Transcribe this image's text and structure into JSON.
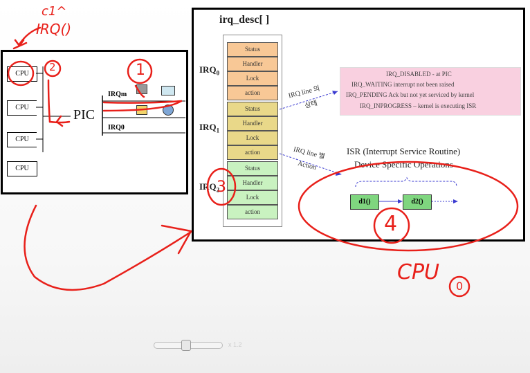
{
  "left_box": {
    "cpus": [
      "CPU",
      "CPU",
      "CPU",
      "CPU"
    ],
    "pic_label": "PIC",
    "irq_m_label": "IRQm",
    "irq0_label": "IRQ0"
  },
  "right_box": {
    "title": "irq_desc[ ]",
    "irq0_label": "IRQ",
    "irq0_sub": "0",
    "irq1_label": "IRQ",
    "irq1_sub": "1",
    "irq2_label": "IRQ",
    "irq2_sub": "2",
    "desc0": [
      "Status",
      "Handler",
      "Lock",
      "action"
    ],
    "desc1": [
      "Status",
      "Handler",
      "Lock",
      "action"
    ],
    "desc2": [
      "Status",
      "Handler",
      "Lock",
      "action"
    ],
    "arrow1_label": "IRQ line 의",
    "arrow1_sub": "상태",
    "arrow2_label": "IRQ line 별",
    "arrow2_sub": "Action",
    "status_box": {
      "color": "#f9d0e0",
      "lines": [
        "IRQ_DISABLED   - at PIC",
        "IRQ_WAITING        interrupt not been raised",
        "IRQ_PENDING        Ack but not yet serviced by kernel",
        "IRQ_INPROGRESS – kernel is executing ISR"
      ]
    },
    "isr_title": "ISR (Interrupt Service Routine)",
    "isr_subtitle": "Device Specific Operations",
    "d1": "d1()",
    "d2": "d2()"
  },
  "annotations": {
    "topleft_line1": "c1^",
    "topleft_line2": "IRQ()",
    "circle1": "1",
    "circle2": "2",
    "circle3": "3",
    "circle4": "4",
    "cpu0": "CPU",
    "cpu0_sub": "0",
    "color": "#e8201a"
  },
  "player": {
    "speed_label": "x 1.2"
  }
}
